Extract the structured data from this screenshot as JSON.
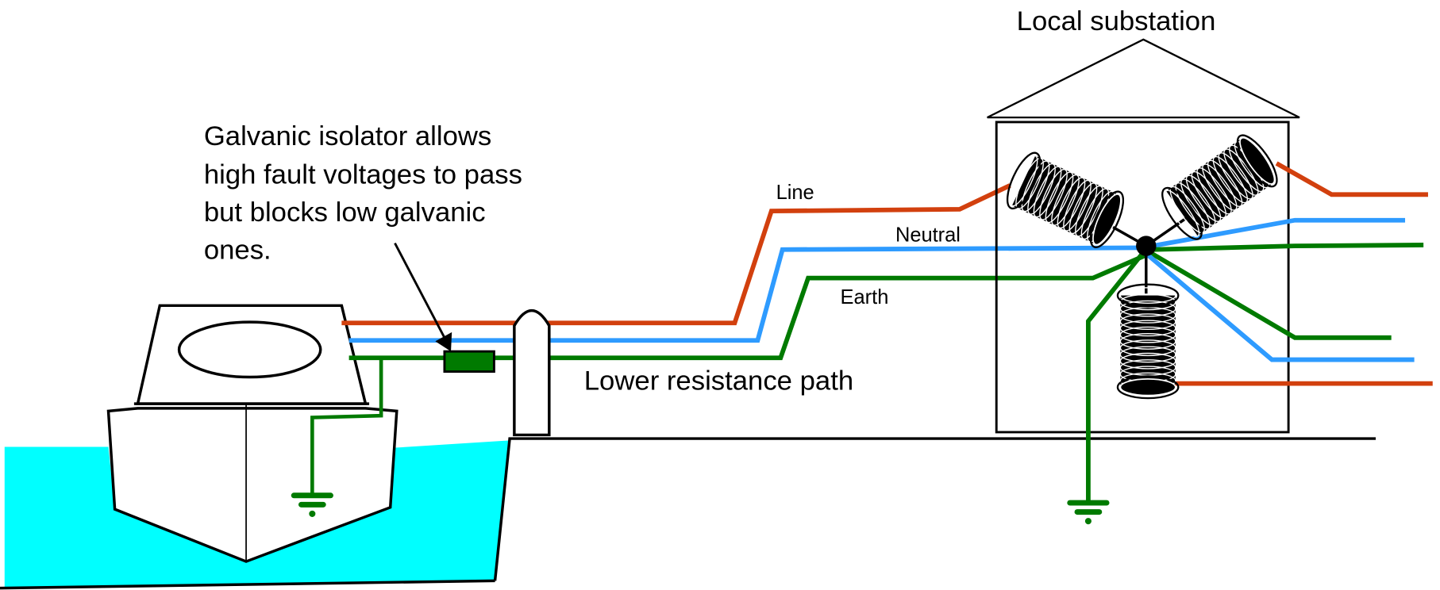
{
  "labels": {
    "isolator_note": [
      "Galvanic isolator allows",
      "high fault voltages to pass",
      "but blocks low galvanic",
      "ones."
    ],
    "line": "Line",
    "neutral": "Neutral",
    "earth": "Earth",
    "lower_path": "Lower resistance path",
    "substation": "Local substation"
  },
  "colors": {
    "line": "#D2400E",
    "neutral": "#2E9BFF",
    "earth": "#007A00",
    "water": "#00FFFF",
    "outline": "#000000"
  },
  "icons": {
    "ground": "ground-symbol-icon",
    "coil": "transformer-coil-icon",
    "isolator": "galvanic-isolator-icon"
  }
}
